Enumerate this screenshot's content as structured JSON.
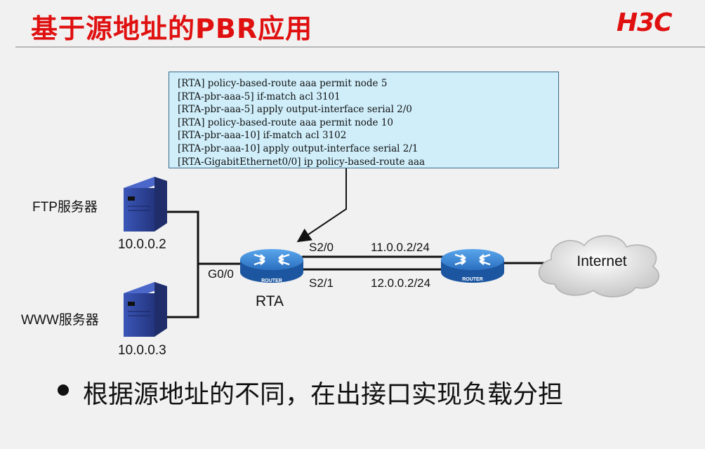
{
  "title": "基于源地址的PBR应用",
  "logo": "H3C",
  "config_lines": [
    "[RTA] policy-based-route aaa permit node 5",
    "[RTA-pbr-aaa-5] if-match acl 3101",
    "[RTA-pbr-aaa-5] apply output-interface serial 2/0",
    "[RTA] policy-based-route aaa permit node 10",
    "[RTA-pbr-aaa-10] if-match acl 3102",
    "[RTA-pbr-aaa-10] apply output-interface serial 2/1",
    "[RTA-GigabitEthernet0/0] ip policy-based-route aaa"
  ],
  "diagram": {
    "ftp_server": {
      "name": "FTP服务器",
      "ip": "10.0.0.2"
    },
    "www_server": {
      "name": "WWW服务器",
      "ip": "10.0.0.3"
    },
    "router_a": {
      "name": "RTA",
      "icon_text": "ROUTER",
      "if_g": "G0/0",
      "if_s20": "S2/0",
      "if_s21": "S2/1"
    },
    "router_b": {
      "icon_text": "ROUTER",
      "ip_s20": "11.0.0.2/24",
      "ip_s21": "12.0.0.2/24"
    },
    "cloud": "Internet"
  },
  "bullet_text": "根据源地址的不同，在出接口实现负载分担",
  "colors": {
    "title": "#e01010",
    "config_bg": "#cfeefa",
    "router": "#2a6fc0",
    "server": "#2b3f8f"
  }
}
